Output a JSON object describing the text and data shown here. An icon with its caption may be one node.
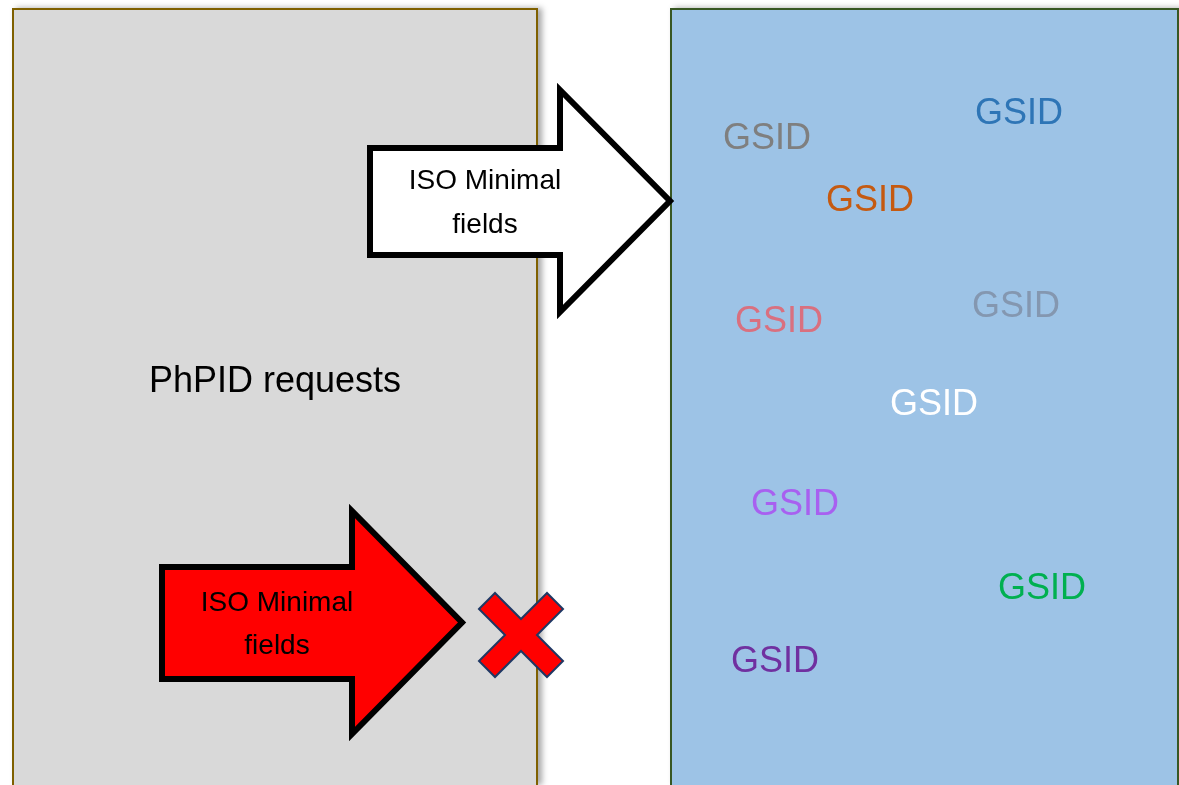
{
  "diagram": {
    "nodes": [
      {
        "text": [
          "PhPID requests"
        ]
      },
      {
        "text": [
          "GSID",
          "GSID",
          "GSID",
          "GSID",
          "GSID",
          "GSID",
          "GSID",
          "GSID",
          "GSID"
        ]
      },
      {
        "text": [
          "ISO Minimal fields"
        ]
      },
      {
        "text": [
          "ISO Minimal fields"
        ],
        "in": 0
      }
    ]
  }
}
